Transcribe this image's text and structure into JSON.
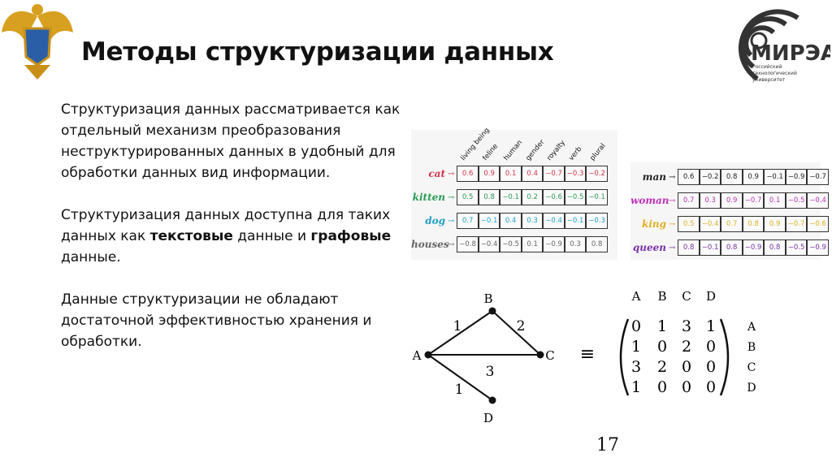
{
  "title": "Методы структуризации данных",
  "logo": {
    "name": "МИРЭА",
    "subtitle": "Российский технологический университет"
  },
  "body": {
    "p1": "Структуризация данных рассматривается как отдельный механизм преобразования неструктурированных данных в удобный для обработки данных вид информации.",
    "p2_a": "Структуризация данных доступна для таких данных как ",
    "p2_b": "текстовые",
    "p2_c": " данные и ",
    "p2_d": "графовые",
    "p2_e": " данные.",
    "p3": "Данные структуризации не обладают достаточной эффективностью хранения и обработки."
  },
  "table1": {
    "headers": [
      "living being",
      "feline",
      "human",
      "gender",
      "royalty",
      "verb",
      "plural"
    ],
    "rows": [
      {
        "word": "cat",
        "color": "#d0324a",
        "values": [
          "0.6",
          "0.9",
          "0.1",
          "0.4",
          "−0.7",
          "−0.3",
          "−0.2"
        ]
      },
      {
        "word": "kitten",
        "color": "#2a9a55",
        "values": [
          "0.5",
          "0.8",
          "−0.1",
          "0.2",
          "−0.6",
          "−0.5",
          "−0.1"
        ]
      },
      {
        "word": "dog",
        "color": "#1e9fc8",
        "values": [
          "0.7",
          "−0.1",
          "0.4",
          "0.3",
          "−0.4",
          "−0.1",
          "−0.3"
        ]
      },
      {
        "word": "houses",
        "color": "#666666",
        "values": [
          "−0.8",
          "−0.4",
          "−0.5",
          "0.1",
          "−0.9",
          "0.3",
          "0.8"
        ]
      }
    ]
  },
  "table2": {
    "rows": [
      {
        "word": "man",
        "color": "#222222",
        "values": [
          "0.6",
          "−0.2",
          "0.8",
          "0.9",
          "−0.1",
          "−0.9",
          "−0.7"
        ]
      },
      {
        "word": "woman",
        "color": "#c030b8",
        "values": [
          "0.7",
          "0.3",
          "0.9",
          "−0.7",
          "0.1",
          "−0.5",
          "−0.4"
        ]
      },
      {
        "word": "king",
        "color": "#e0b020",
        "values": [
          "0.5",
          "−0.4",
          "0.7",
          "0.8",
          "0.9",
          "−0.7",
          "−0.6"
        ]
      },
      {
        "word": "queen",
        "color": "#7a30a8",
        "values": [
          "0.8",
          "−0.1",
          "0.8",
          "−0.9",
          "0.8",
          "−0.5",
          "−0.9"
        ]
      }
    ]
  },
  "graph": {
    "nodes": [
      "A",
      "B",
      "C",
      "D"
    ],
    "edges": [
      {
        "from": "A",
        "to": "B",
        "w": "1"
      },
      {
        "from": "B",
        "to": "C",
        "w": "2"
      },
      {
        "from": "A",
        "to": "C",
        "w": "3"
      },
      {
        "from": "A",
        "to": "D",
        "w": "1"
      }
    ],
    "equiv": "≡",
    "matrix": [
      [
        "0",
        "1",
        "3",
        "1"
      ],
      [
        "1",
        "0",
        "2",
        "0"
      ],
      [
        "3",
        "2",
        "0",
        "0"
      ],
      [
        "1",
        "0",
        "0",
        "0"
      ]
    ]
  },
  "page_number": "17"
}
